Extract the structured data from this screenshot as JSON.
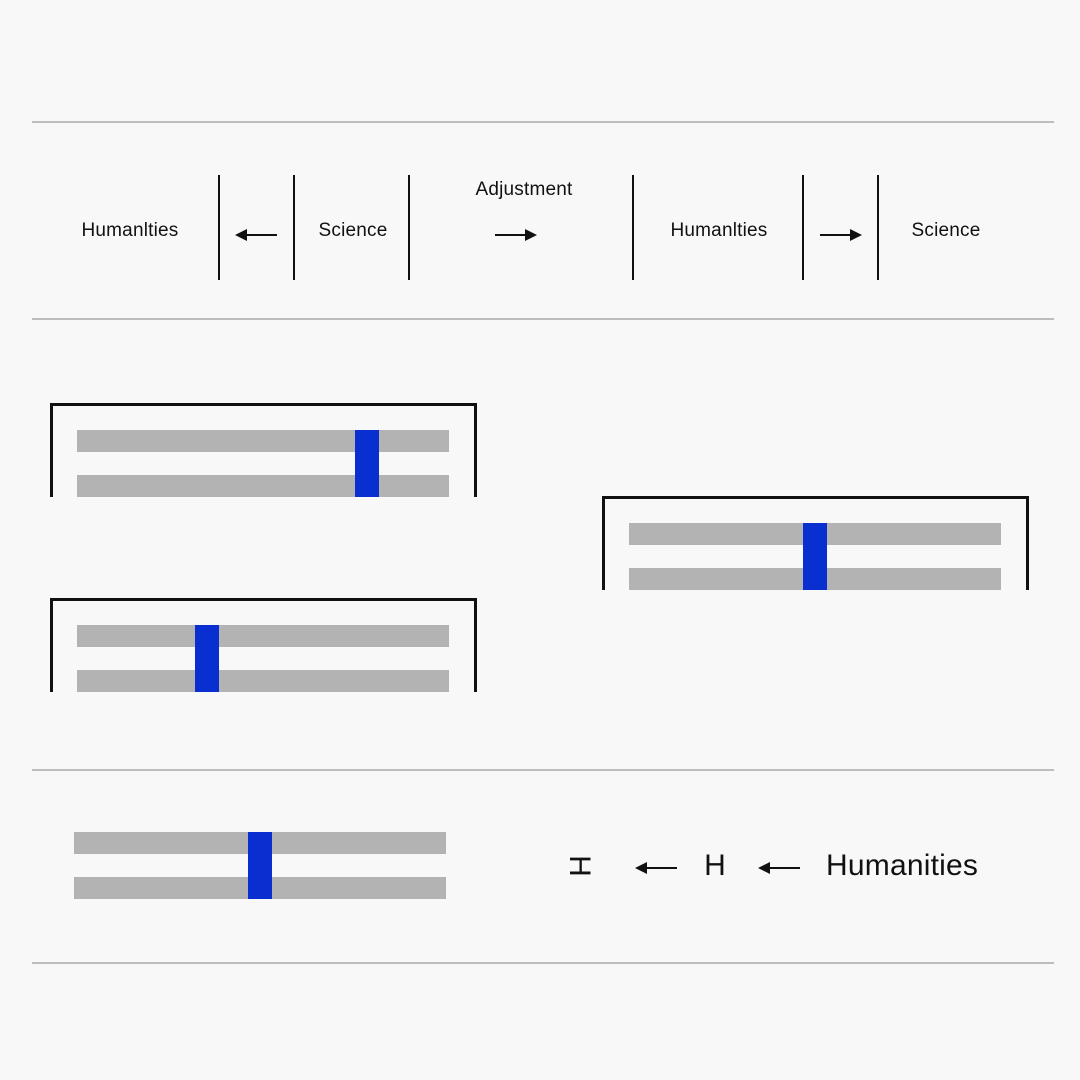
{
  "top_row": {
    "label_1": "Humanlties",
    "label_2": "Science",
    "label_3": "Adjustment",
    "label_4": "Humanlties",
    "label_5": "Science"
  },
  "bottom_row": {
    "glyph_rotated": "H",
    "glyph_plain": "H",
    "word": "Humanities"
  },
  "colors": {
    "accent": "#0a2fd1",
    "bar": "#b3b3b3",
    "rule": "#bdbdbd",
    "ink": "#111111",
    "background": "#f8f8f8"
  },
  "sliders": {
    "top_left_position": 0.78,
    "bottom_left_position": 0.35,
    "right_position": 0.5,
    "bottom_position": 0.5
  }
}
